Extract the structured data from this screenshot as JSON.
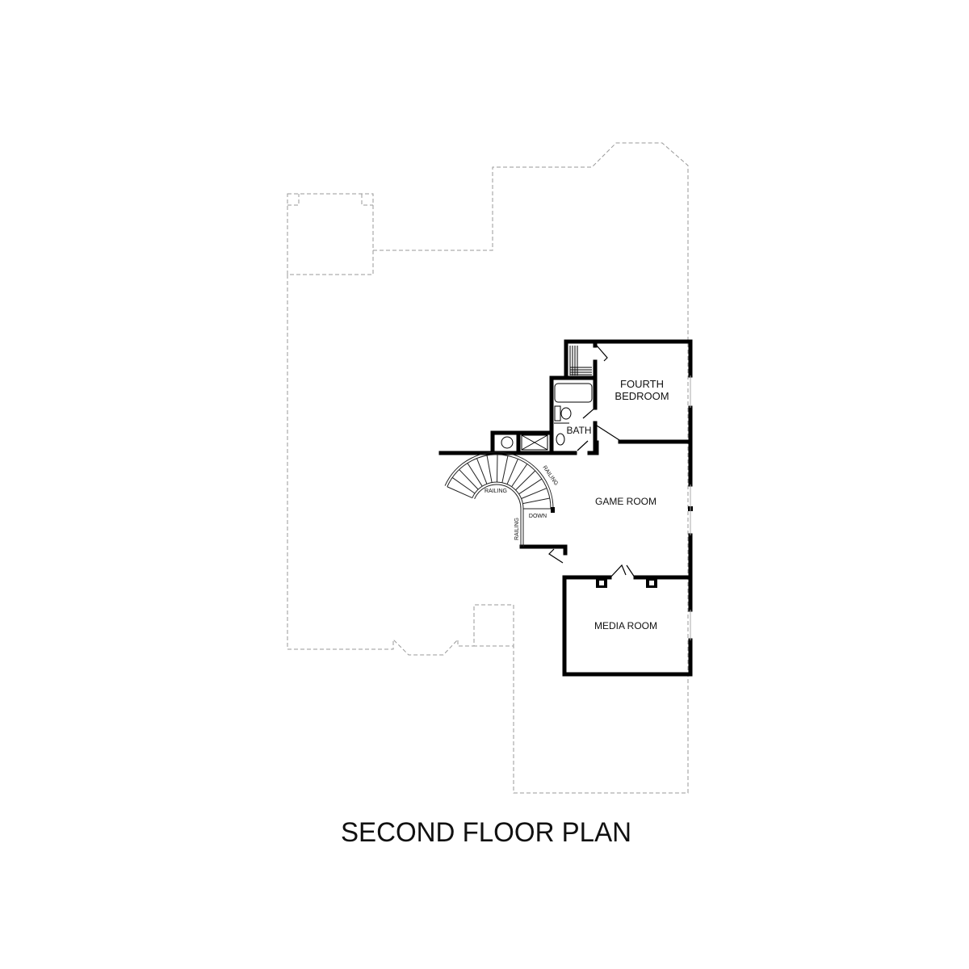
{
  "title": "SECOND FLOOR PLAN",
  "rooms": {
    "fourth_bedroom_line1": "FOURTH",
    "fourth_bedroom_line2": "BEDROOM",
    "bath": "BATH",
    "game_room": "GAME ROOM",
    "media_room": "MEDIA ROOM"
  },
  "stair": {
    "railing_outer": "RAILING",
    "railing_inner": "RAILING",
    "railing_side": "RAILING",
    "down": "DOWN"
  },
  "colors": {
    "wall": "#000000",
    "outline": "#9a9a9a"
  }
}
